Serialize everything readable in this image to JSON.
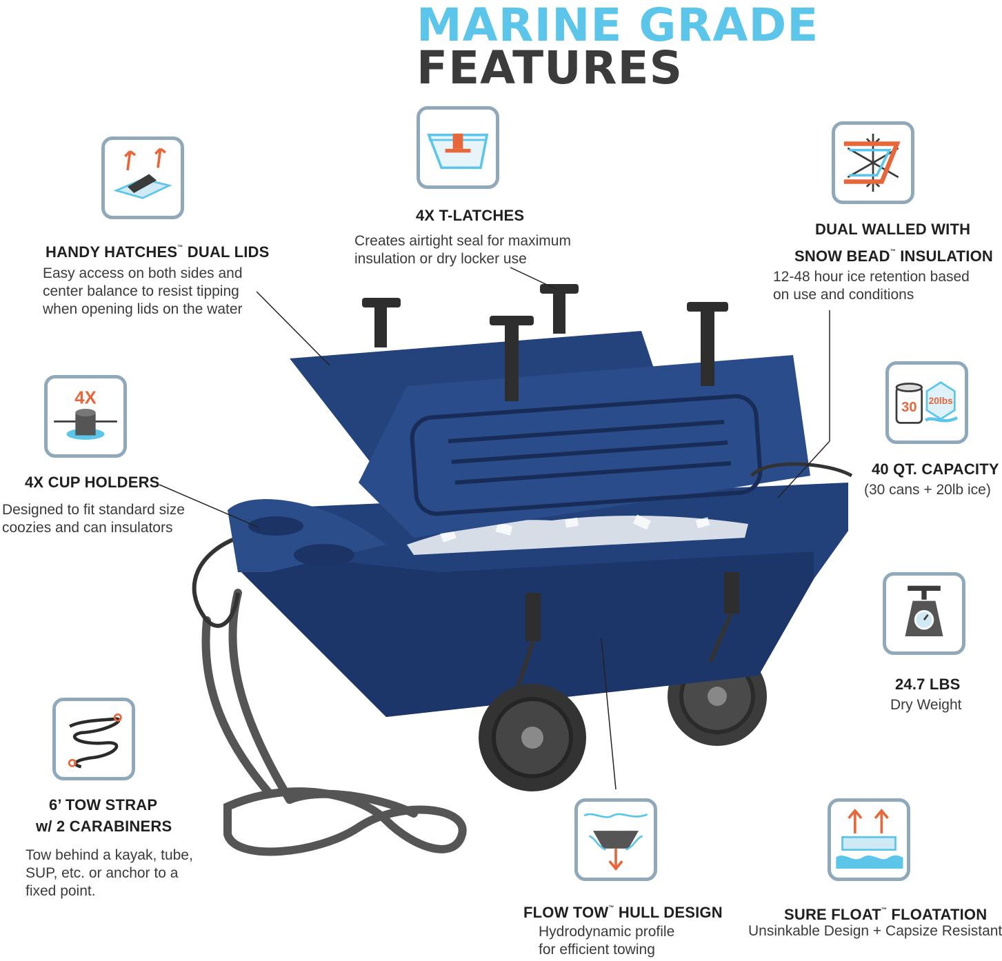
{
  "header": {
    "line1": "MARINE GRADE",
    "line2": "FEATURES"
  },
  "colors": {
    "accent_blue": "#5cc6ea",
    "accent_orange": "#e8673a",
    "icon_border": "#8fa9ba",
    "cooler_navy": "#22407a"
  },
  "features": {
    "hatches": {
      "icon": "dual-lids-icon",
      "title": "HANDY HATCHES",
      "tm": "™",
      "title_suffix": " DUAL LIDS",
      "desc_lines": [
        "Easy access on both sides and",
        "center balance to resist tipping",
        "when opening lids on the water"
      ]
    },
    "latches": {
      "icon": "t-latch-icon",
      "title": "4X T-LATCHES",
      "desc_lines": [
        "Creates airtight seal for maximum",
        "insulation or dry locker use"
      ]
    },
    "insulation": {
      "icon": "snowflake-insulation-icon",
      "title_line1": "DUAL WALLED WITH",
      "title_line2": "SNOW BEAD",
      "tm": "™",
      "title_line2_suffix": " INSULATION",
      "desc_lines": [
        "12-48 hour ice retention based",
        "on use and conditions"
      ]
    },
    "cup_holders": {
      "icon": "cup-holder-icon",
      "icon_label": "4X",
      "title": "4X CUP HOLDERS",
      "desc_lines": [
        "Designed to fit standard size",
        "coozies and can insulators"
      ]
    },
    "capacity": {
      "icon": "capacity-icon",
      "icon_label_cans": "30",
      "icon_label_ice": "20lbs",
      "title": "40 QT. CAPACITY",
      "desc": "(30 cans + 20lb ice)"
    },
    "weight": {
      "icon": "scale-icon",
      "title": "24.7 LBS",
      "desc": "Dry Weight"
    },
    "tow_strap": {
      "icon": "tow-strap-icon",
      "title_line1": "6’ TOW STRAP",
      "title_line2": "w/ 2 CARABINERS",
      "desc_lines": [
        "Tow behind a kayak, tube,",
        "SUP, etc. or anchor to a",
        "fixed point."
      ]
    },
    "hull": {
      "icon": "hull-design-icon",
      "title": "FLOW TOW",
      "tm": "™",
      "title_suffix": " HULL DESIGN",
      "desc_lines": [
        "Hydrodynamic profile",
        "for efficient towing"
      ]
    },
    "float": {
      "icon": "floatation-icon",
      "title": "SURE FLOAT",
      "tm": "™",
      "title_suffix": " FLOATATION",
      "desc": "Unsinkable Design + Capsize Resistant"
    }
  }
}
